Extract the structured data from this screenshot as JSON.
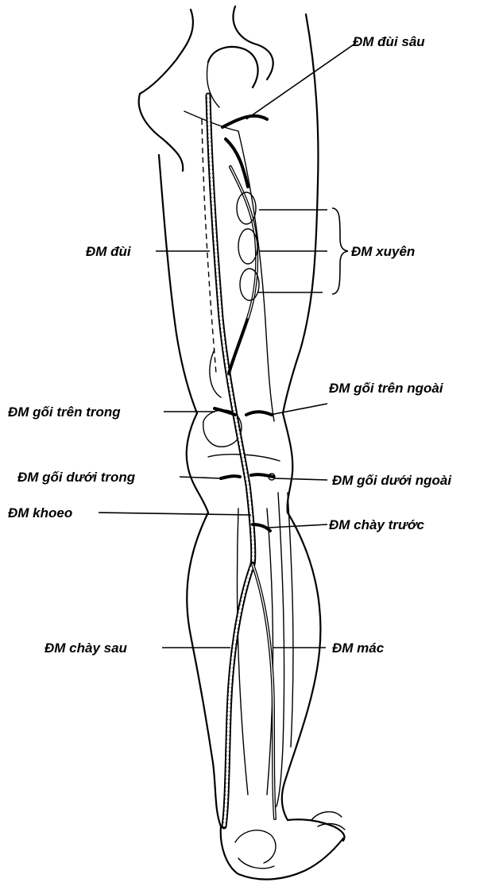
{
  "labels": {
    "deep_femoral": "ĐM đùi sâu",
    "femoral": "ĐM đùi",
    "perforating": "ĐM xuyên",
    "sup_medial_genicular": "ĐM gối trên trong",
    "sup_lateral_genicular": "ĐM gối trên ngoài",
    "inf_medial_genicular": "ĐM gối dưới trong",
    "inf_lateral_genicular": "ĐM gối dưới ngoài",
    "popliteal": "ĐM khoeo",
    "anterior_tibial": "ĐM chày trước",
    "posterior_tibial": "ĐM chày sau",
    "peroneal": "ĐM mác"
  }
}
